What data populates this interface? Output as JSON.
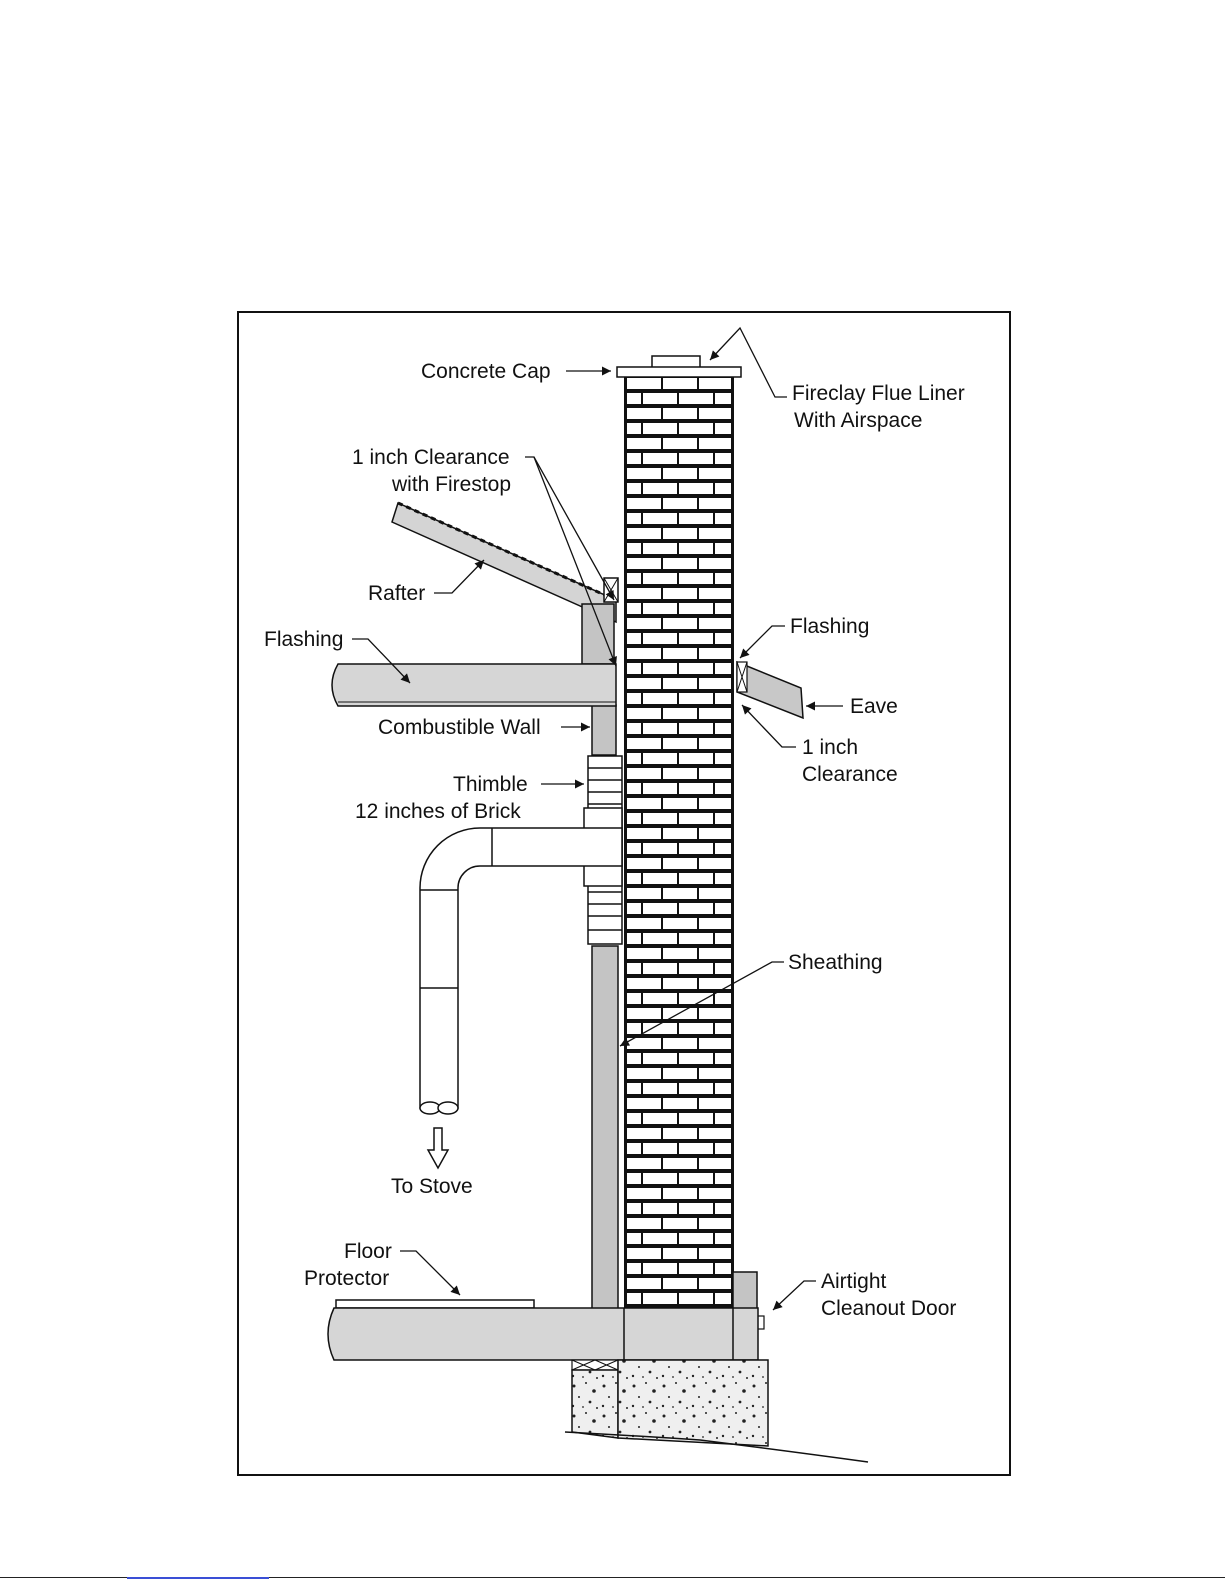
{
  "labels": {
    "concrete_cap": "Concrete Cap",
    "flue_liner_1": "Fireclay Flue Liner",
    "flue_liner_2": "With Airspace",
    "clearance_firestop_1": "1 inch Clearance",
    "clearance_firestop_2": "with Firestop",
    "rafter": "Rafter",
    "flashing_left": "Flashing",
    "flashing_right": "Flashing",
    "eave": "Eave",
    "clearance_1": "1 inch",
    "clearance_2": "Clearance",
    "combustible_wall": "Combustible Wall",
    "thimble": "Thimble",
    "brick_12": "12 inches of Brick",
    "sheathing": "Sheathing",
    "to_stove": "To Stove",
    "floor_protector_1": "Floor",
    "floor_protector_2": "Protector",
    "cleanout_1": "Airtight",
    "cleanout_2": "Cleanout Door"
  },
  "colors": {
    "stroke": "#111111",
    "wood": "#d6d6d6",
    "wall": "#c4c4c4",
    "brick": "#ffffff",
    "concrete": "#ececec"
  }
}
